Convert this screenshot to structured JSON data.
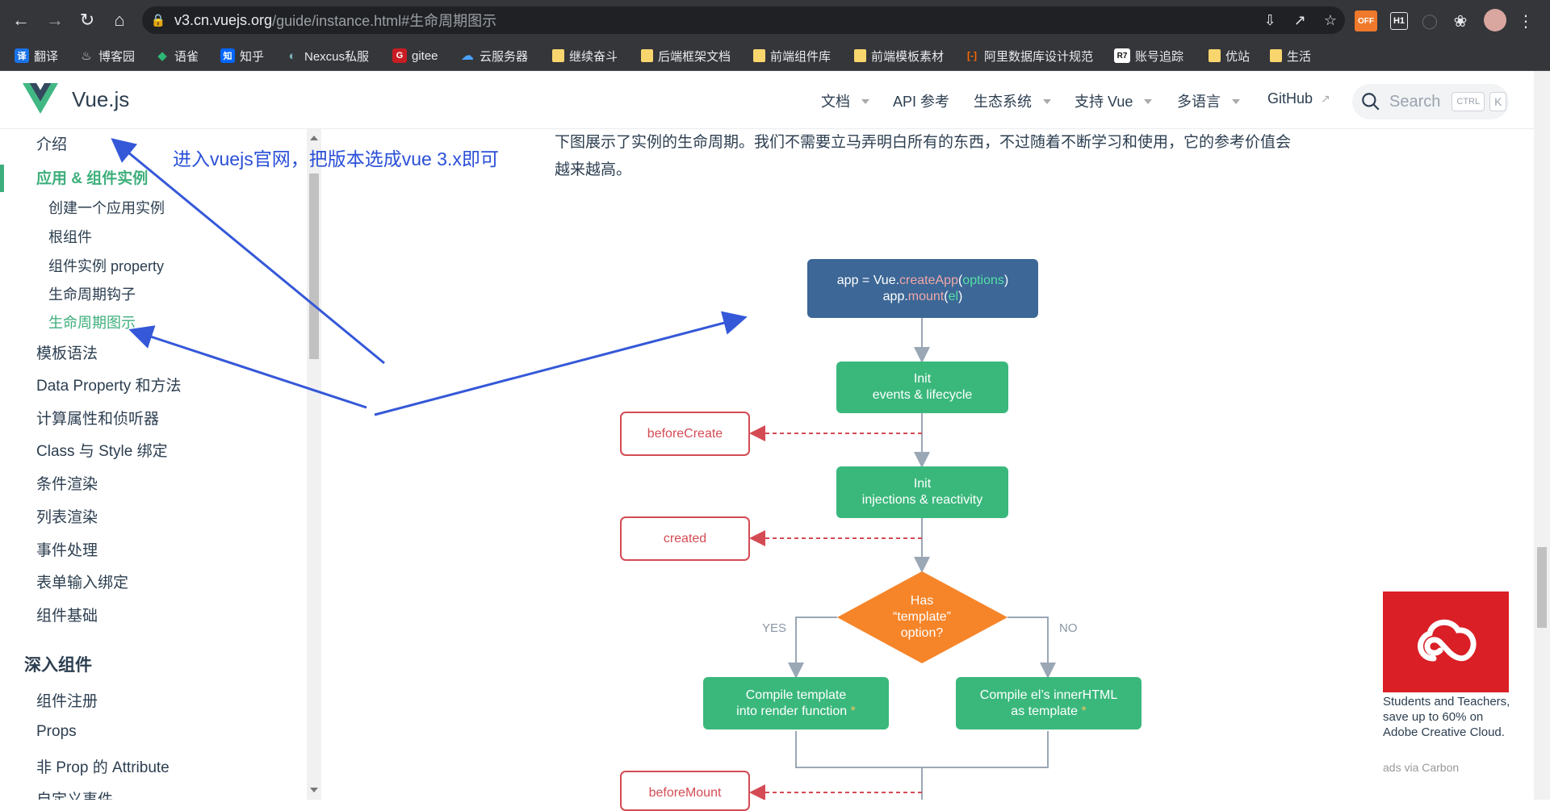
{
  "browser": {
    "url_host": "v3.cn.vuejs.org",
    "url_path": "/guide/instance.html#生命周期图示",
    "ext_off_label": "OFF",
    "ext_h1_label": "H1",
    "bookmarks": [
      {
        "label": "翻译",
        "icon_text": "译",
        "color": "#1a73e8"
      },
      {
        "label": "博客园",
        "icon_text": "♨",
        "color": "#555"
      },
      {
        "label": "语雀",
        "icon_text": "◆",
        "color": "#2db875"
      },
      {
        "label": "知乎",
        "icon_text": "知",
        "color": "#0066ff"
      },
      {
        "label": "Nexcus私服",
        "icon_text": "◐",
        "color": "#3a6e7a"
      },
      {
        "label": "gitee",
        "icon_text": "G",
        "color": "#c71d23"
      },
      {
        "label": "云服务器",
        "icon_text": "☁",
        "color": "#1e90ff"
      },
      {
        "label": "继续奋斗",
        "icon_text": "",
        "color": "folder"
      },
      {
        "label": "后端框架文档",
        "icon_text": "",
        "color": "folder"
      },
      {
        "label": "前端组件库",
        "icon_text": "",
        "color": "folder"
      },
      {
        "label": "前端模板素材",
        "icon_text": "",
        "color": "folder"
      },
      {
        "label": "阿里数据库设计规范",
        "icon_text": "[-]",
        "color": "#ff6a00"
      },
      {
        "label": "账号追踪",
        "icon_text": "R7",
        "color": "#111"
      },
      {
        "label": "优站",
        "icon_text": "",
        "color": "folder"
      },
      {
        "label": "生活",
        "icon_text": "",
        "color": "folder"
      }
    ]
  },
  "header": {
    "brand": "Vue.js",
    "nav": [
      {
        "label": "文档",
        "dropdown": true
      },
      {
        "label": "API 参考",
        "dropdown": false
      },
      {
        "label": "生态系统",
        "dropdown": true
      },
      {
        "label": "支持 Vue",
        "dropdown": true
      },
      {
        "label": "多语言",
        "dropdown": true
      },
      {
        "label": "GitHub",
        "dropdown": false
      }
    ],
    "search_placeholder": "Search",
    "kbd_ctrl": "CTRL",
    "kbd_k": "K"
  },
  "sidebar": {
    "intro": "介绍",
    "group_active": "应用 & 组件实例",
    "sub_items": [
      "创建一个应用实例",
      "根组件",
      "组件实例 property",
      "生命周期钩子",
      "生命周期图示"
    ],
    "items": [
      "模板语法",
      "Data Property 和方法",
      "计算属性和侦听器",
      "Class 与 Style 绑定",
      "条件渲染",
      "列表渲染",
      "事件处理",
      "表单输入绑定",
      "组件基础"
    ],
    "section2": "深入组件",
    "items2": [
      "组件注册",
      "Props",
      "非 Prop 的 Attribute",
      "自定义事件"
    ]
  },
  "annotation": "进入vuejs官网，把版本选成vue 3.x即可",
  "intro_text": "下图展示了实例的生命周期。我们不需要立马弄明白所有的东西，不过随着不断学习和使用，它的参考价值会越来越高。",
  "diagram": {
    "app_line1_a": "app = Vue.",
    "app_line1_fn": "createApp",
    "app_line1_b": "(",
    "app_line1_arg": "options",
    "app_line1_c": ")",
    "app_line2_a": "app.",
    "app_line2_fn": "mount",
    "app_line2_b": "(",
    "app_line2_arg": "el",
    "app_line2_c": ")",
    "init1_l1": "Init",
    "init1_l2": "events & lifecycle",
    "hook1": "beforeCreate",
    "init2_l1": "Init",
    "init2_l2": "injections & reactivity",
    "hook2": "created",
    "decision_l1": "Has",
    "decision_l2": "“template”",
    "decision_l3": "option?",
    "yes": "YES",
    "no": "NO",
    "compile_yes_l1": "Compile template",
    "compile_yes_l2": "into render function",
    "compile_no_l1": "Compile el’s innerHTML",
    "compile_no_l2": "as template",
    "star": "*",
    "hook3": "beforeMount"
  },
  "ad": {
    "text": "Students and Teachers, save up to 60% on Adobe Creative Cloud.",
    "via": "ads via Carbon"
  },
  "colors": {
    "vue_green": "#3eaf7c",
    "diagram_green": "#3ab87c",
    "diagram_blue": "#3c6796",
    "decision_orange": "#f6852a",
    "hook_red": "#d44b54",
    "annotation_blue": "#2a4fd8"
  }
}
